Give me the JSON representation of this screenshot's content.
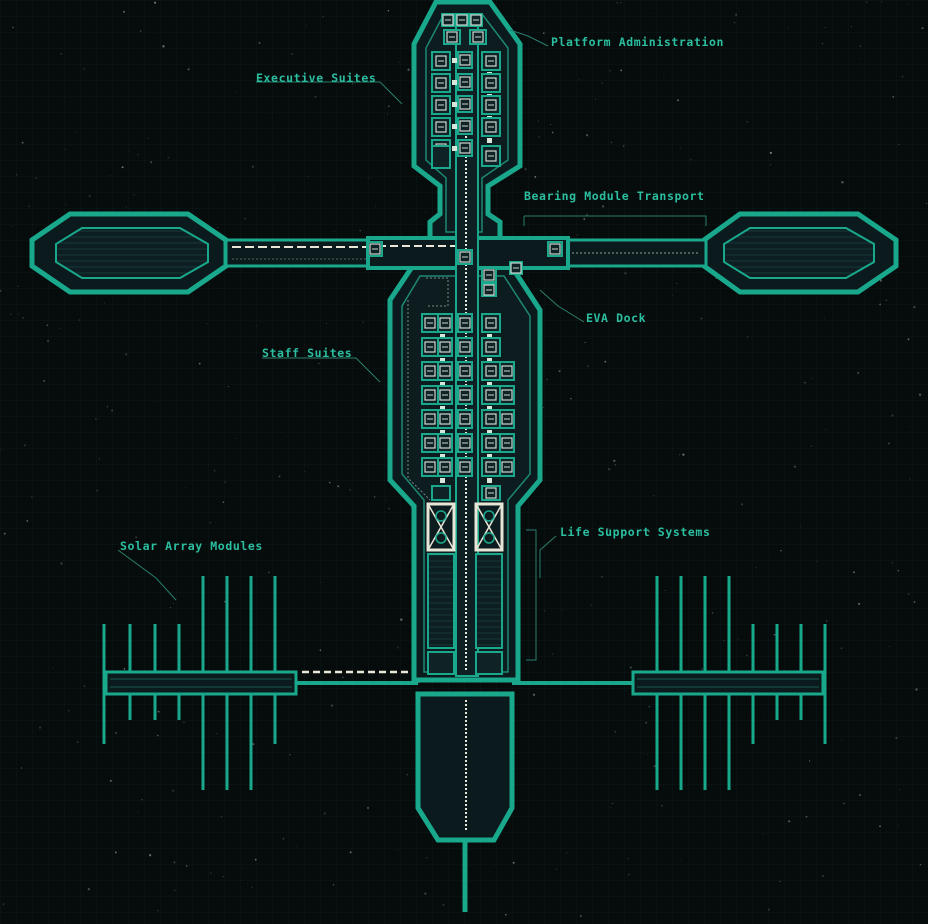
{
  "labels": {
    "platform_admin": "Platform Administration",
    "executive_suites": "Executive Suites",
    "bearing_transport": "Bearing Module Transport",
    "eva_dock": "EVA Dock",
    "staff_suites": "Staff Suites",
    "solar_array": "Solar Array Modules",
    "life_support": "Life Support Systems"
  },
  "colors": {
    "hull": "#19a88c",
    "hull_dark": "#0c4a3f",
    "interior": "#0b1a1c",
    "room": "#0f2225",
    "label": "#2bbfa0",
    "path": "#e8e6d6",
    "background": "#060b0c"
  },
  "icons": [
    "door-icon",
    "bed-icon",
    "fan-icon",
    "lock-icon",
    "medical-icon",
    "storage-icon",
    "crate-icon",
    "console-icon"
  ]
}
